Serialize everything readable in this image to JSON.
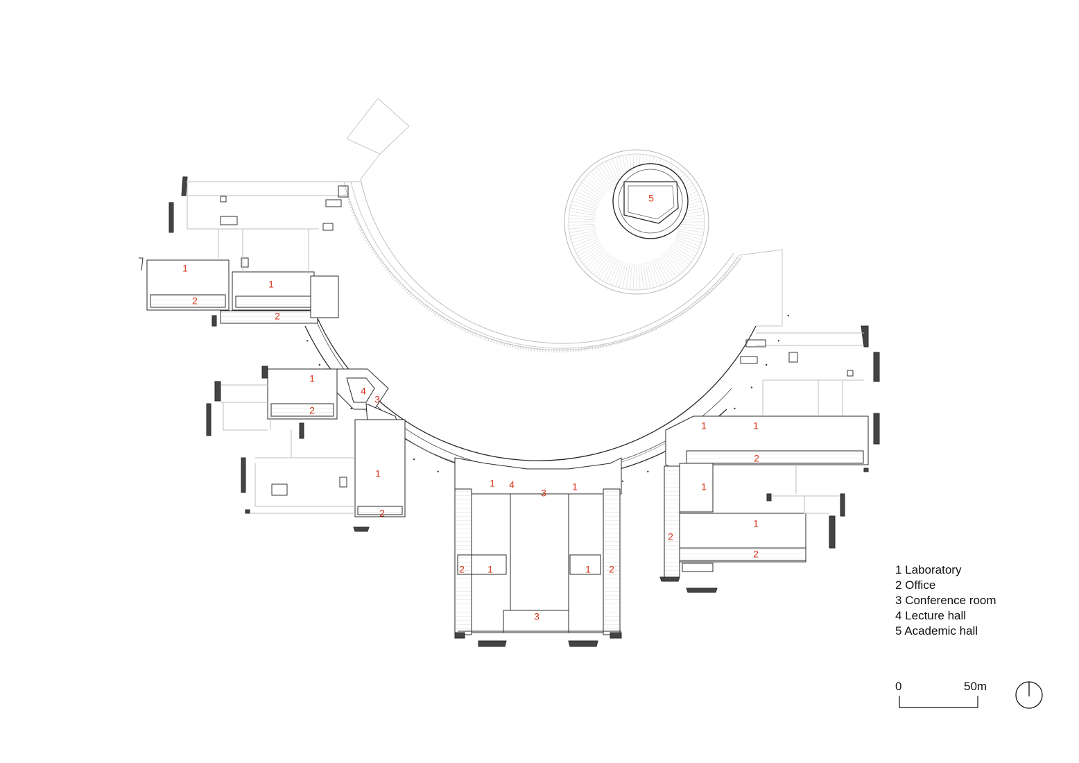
{
  "colors": {
    "label": "#d93418",
    "line": "#2a2a2a",
    "faint": "#b9b9b9",
    "text": "#111111"
  },
  "room_labels": {
    "r1a": "1",
    "r1b": "1",
    "r2a": "2",
    "r2b": "2",
    "r1c": "1",
    "r2c": "2",
    "r4a": "4",
    "r3a": "3",
    "r1d": "1",
    "r2d": "2",
    "r1e": "1",
    "r4b": "4",
    "r3b": "3",
    "r1f": "1",
    "r2e": "2",
    "r1g": "1",
    "r1h": "1",
    "r2f": "2",
    "r3c": "3",
    "r1i": "1",
    "r1j": "1",
    "r2g": "2",
    "r1k": "1",
    "r2h": "2",
    "r1l": "1",
    "r2i": "2",
    "r5": "5"
  },
  "legend": [
    {
      "text": "1 Laboratory"
    },
    {
      "text": "2 Office"
    },
    {
      "text": "3 Conference room"
    },
    {
      "text": "4 Lecture hall"
    },
    {
      "text": "5 Academic hall"
    }
  ],
  "scale_bar": {
    "start_label": "0",
    "end_label": "50m"
  },
  "north_icon": "north-arrow-icon"
}
